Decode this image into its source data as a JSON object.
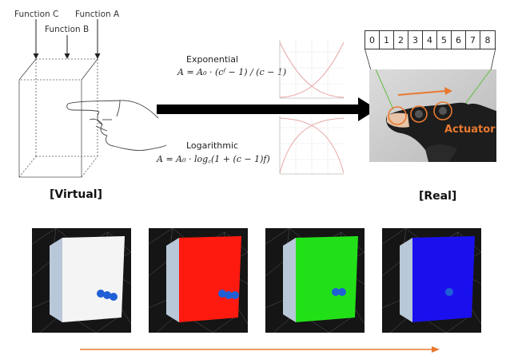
{
  "functions": {
    "function_c": "Function C",
    "function_b": "Function B",
    "function_a": "Function A"
  },
  "formulas": {
    "exponential_title": "Exponential",
    "exponential_formula": "A = A₀ · (cᶠ − 1) / (c − 1)",
    "logarithmic_title": "Logarithmic",
    "logarithmic_formula": "A = A₀ · log꜀(1 + (c − 1)f)"
  },
  "scale": [
    "0",
    "1",
    "2",
    "3",
    "4",
    "5",
    "6",
    "7",
    "8"
  ],
  "labels": {
    "virtual": "[Virtual]",
    "real": "[Real]",
    "actuator": "Actuator"
  },
  "vr_panels": [
    {
      "cube_color": "#f4f4f4"
    },
    {
      "cube_color": "#ff1a0f"
    },
    {
      "cube_color": "#22e018"
    },
    {
      "cube_color": "#1a10ee"
    }
  ],
  "colors": {
    "accent_orange": "#e8792f",
    "main_arrow": "#000000",
    "sphere_blue": "#1f5fd6"
  }
}
